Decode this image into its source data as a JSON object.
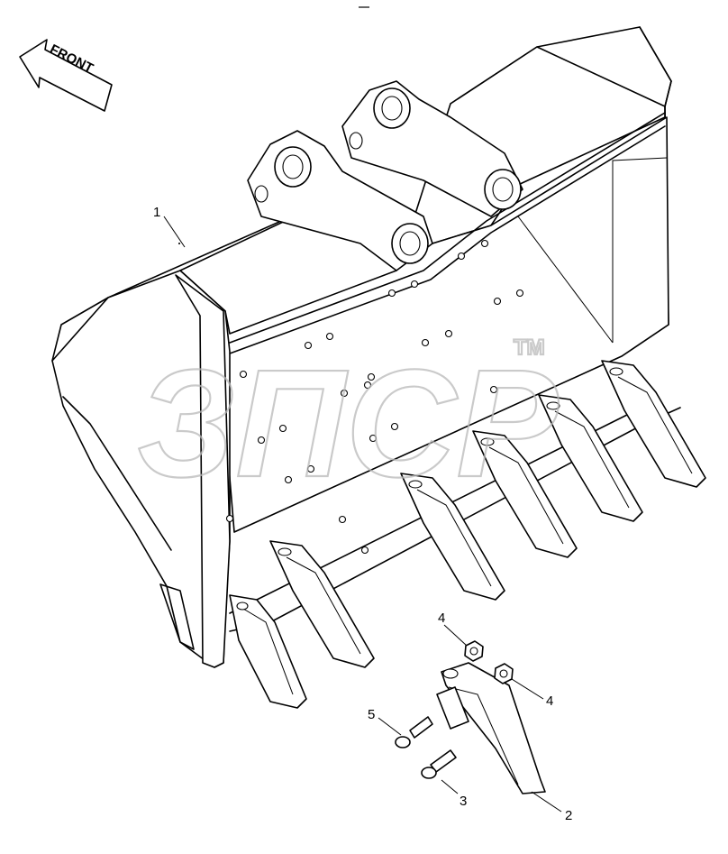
{
  "arrow": {
    "label": "FRONT"
  },
  "watermark": {
    "text": "ЗПСР",
    "tm": "TM"
  },
  "callouts": [
    "1",
    "2",
    "3",
    "4",
    "4",
    "5"
  ]
}
